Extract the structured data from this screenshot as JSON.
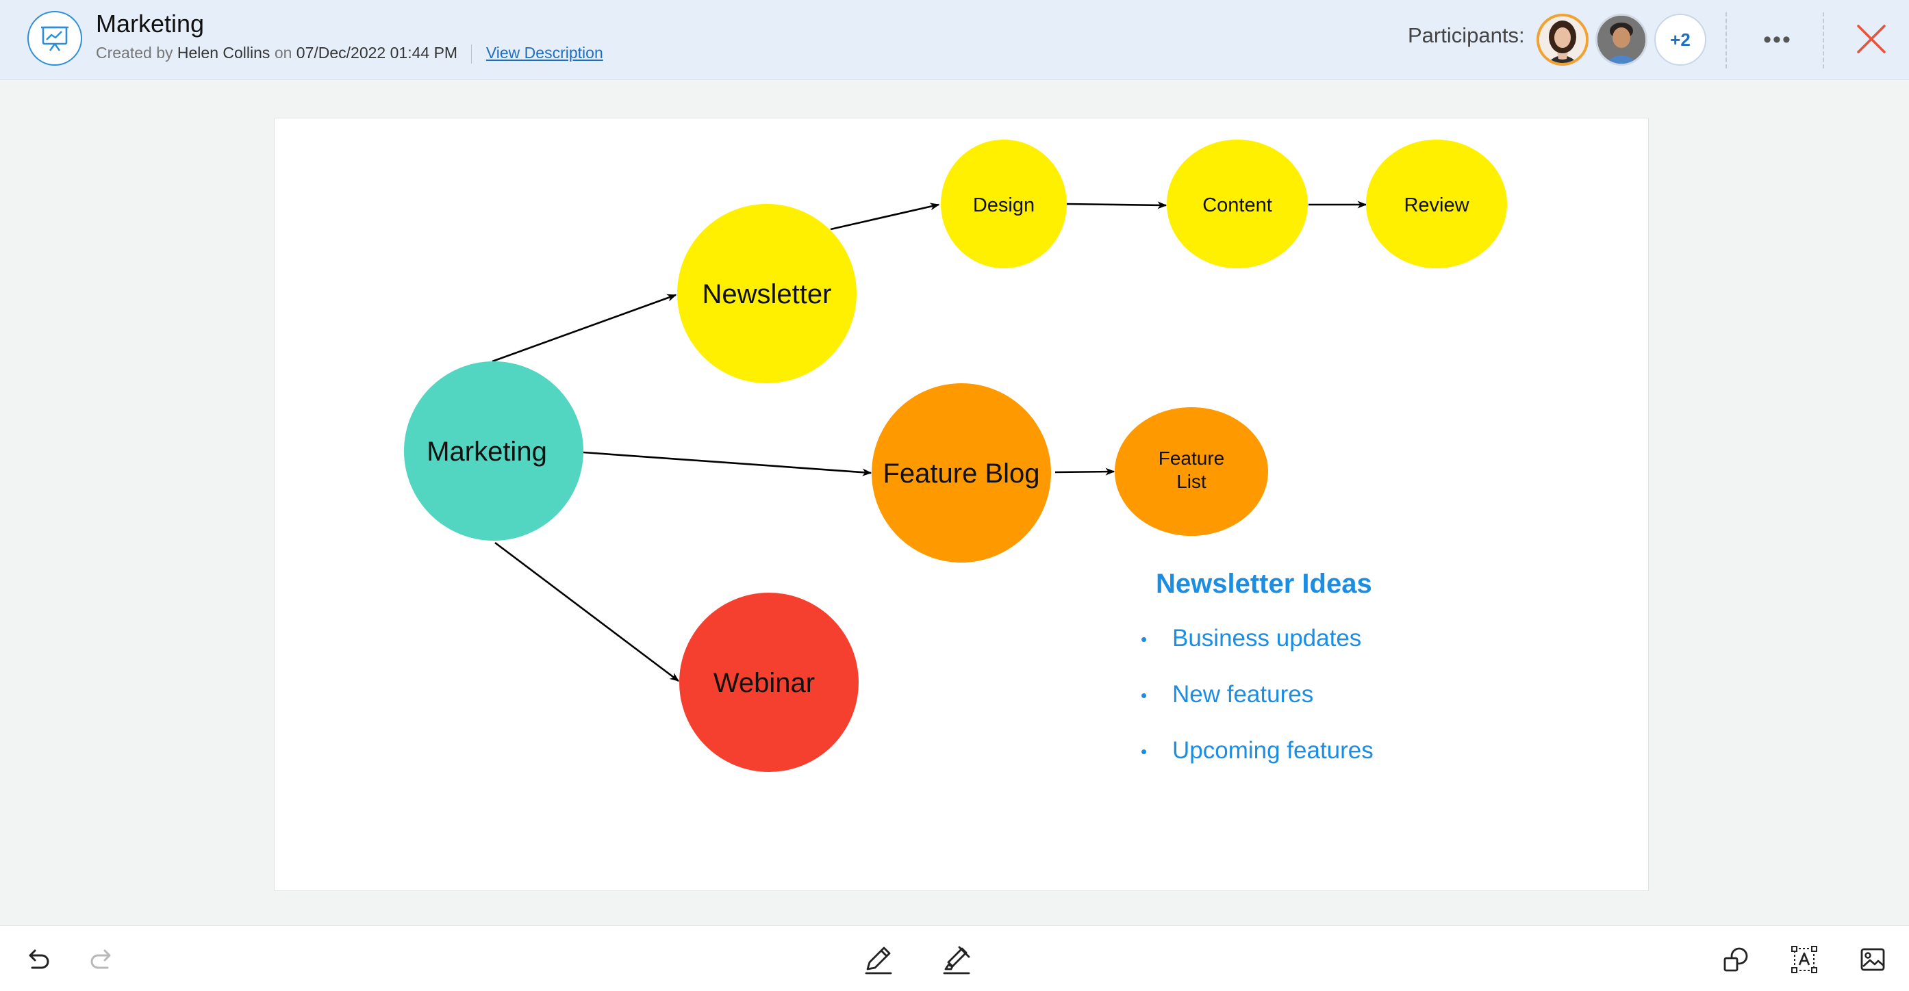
{
  "header": {
    "title": "Marketing",
    "created_by_prefix": "Created by",
    "author": "Helen Collins",
    "on_word": "on",
    "created_at": "07/Dec/2022 01:44 PM",
    "view_description": "View Description",
    "participants_label": "Participants:",
    "more_participants": "+2",
    "more_menu": "•••"
  },
  "diagram": {
    "nodes": {
      "marketing": "Marketing",
      "newsletter": "Newsletter",
      "design": "Design",
      "content": "Content",
      "review": "Review",
      "feature_blog": "Feature Blog",
      "feature_list_1": "Feature",
      "feature_list_2": "List",
      "webinar": "Webinar"
    },
    "colors": {
      "teal": "#52d6c1",
      "yellow": "#fff000",
      "orange": "#ff9900",
      "red": "#f5402f"
    }
  },
  "ideas": {
    "title": "Newsletter Ideas",
    "items": [
      "Business updates",
      "New features",
      "Upcoming features"
    ]
  },
  "toolbar": {
    "icons": [
      "undo-icon",
      "redo-icon",
      "pen-icon",
      "highlighter-icon",
      "shapes-icon",
      "text-icon",
      "image-icon"
    ]
  }
}
